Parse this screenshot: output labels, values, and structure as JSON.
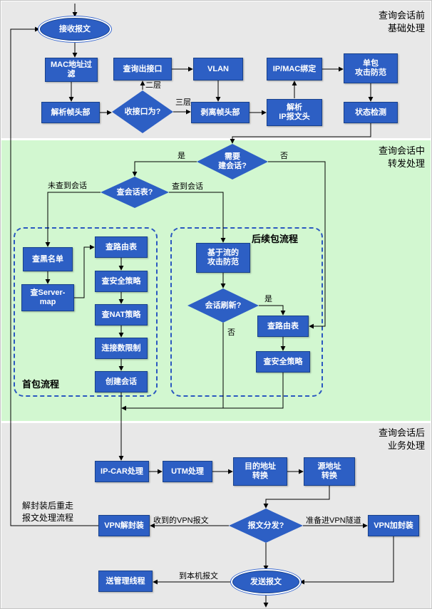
{
  "colors": {
    "node_fill": "#2d5fc4",
    "node_border": "#17418c",
    "section_gray": "#e8e8e8",
    "section_green": "#d2f7d0",
    "dashed_border": "#2b58c0",
    "arrow": "#000000",
    "text_on_node": "#ffffff"
  },
  "sections": {
    "pre": {
      "line1": "查询会话前",
      "line2": "基础处理"
    },
    "mid": {
      "line1": "查询会话中",
      "line2": "转发处理"
    },
    "post": {
      "line1": "查询会话后",
      "line2": "业务处理"
    }
  },
  "groups": {
    "first_packet": "首包流程",
    "subsequent_packet": "后续包流程"
  },
  "nodes": {
    "receive": [
      "接收报文"
    ],
    "mac_filter": [
      "MAC地址过",
      "滤"
    ],
    "parse_frame": [
      "解析帧头部"
    ],
    "query_out_if": [
      "查询出接口"
    ],
    "in_if_type": [
      "收接口为?"
    ],
    "vlan": [
      "VLAN"
    ],
    "strip_frame": [
      "剥离帧头部"
    ],
    "parse_ip": [
      "解析",
      "IP报文头"
    ],
    "ip_mac_bind": [
      "IP/MAC绑定"
    ],
    "single_pkt_attack": [
      "单包",
      "攻击防范"
    ],
    "status_check": [
      "状态检测"
    ],
    "need_session": [
      "需要",
      "建会话?"
    ],
    "query_session": [
      "查会话表?"
    ],
    "blacklist": [
      "查黑名单"
    ],
    "server_map": [
      "查Server-",
      "map"
    ],
    "route_first": [
      "查路由表"
    ],
    "security_first": [
      "查安全策略"
    ],
    "nat_policy": [
      "查NAT策略"
    ],
    "conn_limit": [
      "连接数限制"
    ],
    "create_session": [
      "创建会话"
    ],
    "flow_attack": [
      "基于流的",
      "攻击防范"
    ],
    "session_refresh": [
      "会话刷新?"
    ],
    "route_next": [
      "查路由表"
    ],
    "security_next": [
      "查安全策略"
    ],
    "ip_car": [
      "IP-CAR处理"
    ],
    "utm": [
      "UTM处理"
    ],
    "dst_nat": [
      "目的地址",
      "转换"
    ],
    "src_nat": [
      "源地址",
      "转换"
    ],
    "pkt_dispatch": [
      "报文分发?"
    ],
    "vpn_decap": [
      "VPN解封装"
    ],
    "vpn_encap": [
      "VPN加封装"
    ],
    "send": [
      "发送报文"
    ],
    "mgmt_thread": [
      "送管理线程"
    ]
  },
  "edge_labels": {
    "layer2": "二层",
    "layer3": "三层",
    "yes_need": "是",
    "no_need": "否",
    "session_not_found": "未查到会话",
    "session_found": "查到会话",
    "yes_refresh": "是",
    "no_refresh": "否",
    "recv_vpn": "收到的VPN报文",
    "to_vpn_tunnel": "准备进VPN隧道",
    "to_local": "到本机报文"
  },
  "note": {
    "line1": "解封装后重走",
    "line2": "报文处理流程"
  }
}
